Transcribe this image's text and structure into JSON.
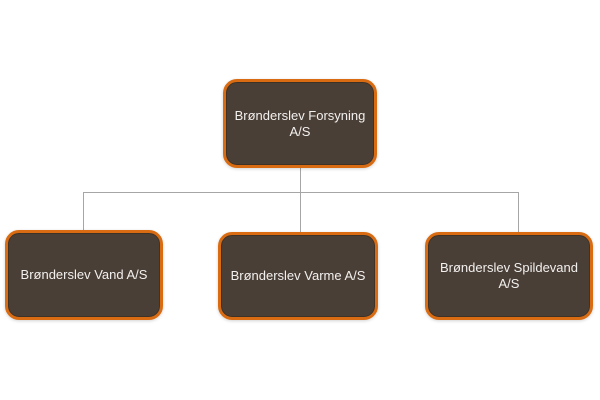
{
  "diagram": {
    "type": "org-chart",
    "root": {
      "label": "Brønderslev Forsyning A/S"
    },
    "children": [
      {
        "label": "Brønderslev Vand A/S"
      },
      {
        "label": "Brønderslev Varme A/S"
      },
      {
        "label": "Brønderslev Spildevand A/S"
      }
    ]
  },
  "colors": {
    "bg": "#ffffff",
    "node-fill": "#4a3f37",
    "node-border": "#d96c12",
    "node-text": "#f2f0ee",
    "connector": "#a6a6a6"
  }
}
